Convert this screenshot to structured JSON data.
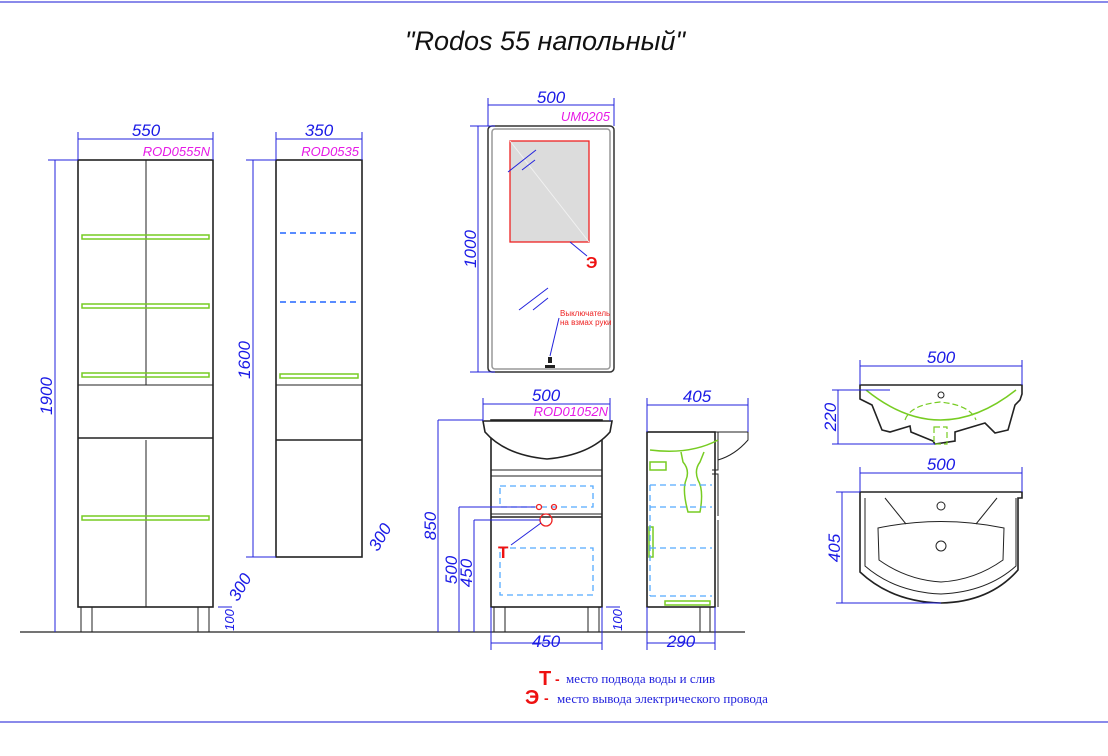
{
  "title": "\"Rodos 55 напольный\"",
  "tall_cabinet": {
    "label": "ROD0555N",
    "width": "550",
    "height": "1900",
    "depth": "300",
    "leg": "100"
  },
  "half_cabinet": {
    "label": "ROD0535",
    "width": "350",
    "height": "1600",
    "depth": "300"
  },
  "mirror": {
    "label": "UM0205",
    "width": "500",
    "height": "1000",
    "switch_note_line1": "Выключатель",
    "switch_note_line2": "на взмах руки",
    "mark": "Э"
  },
  "vanity": {
    "label": "ROD01052N",
    "width": "500",
    "height": "850",
    "h500": "500",
    "h450": "450",
    "body_width": "450",
    "leg": "100",
    "mark": "Т"
  },
  "vanity_side": {
    "depth": "405",
    "body_depth": "290"
  },
  "sink": {
    "front_width": "500",
    "front_height": "220",
    "top_width": "500",
    "top_depth": "405"
  },
  "legend": [
    {
      "mark": "Т",
      "dash": "-",
      "text": "место подвода воды и слив"
    },
    {
      "mark": "Э",
      "dash": "-",
      "text": "место вывода электрического провода"
    }
  ]
}
